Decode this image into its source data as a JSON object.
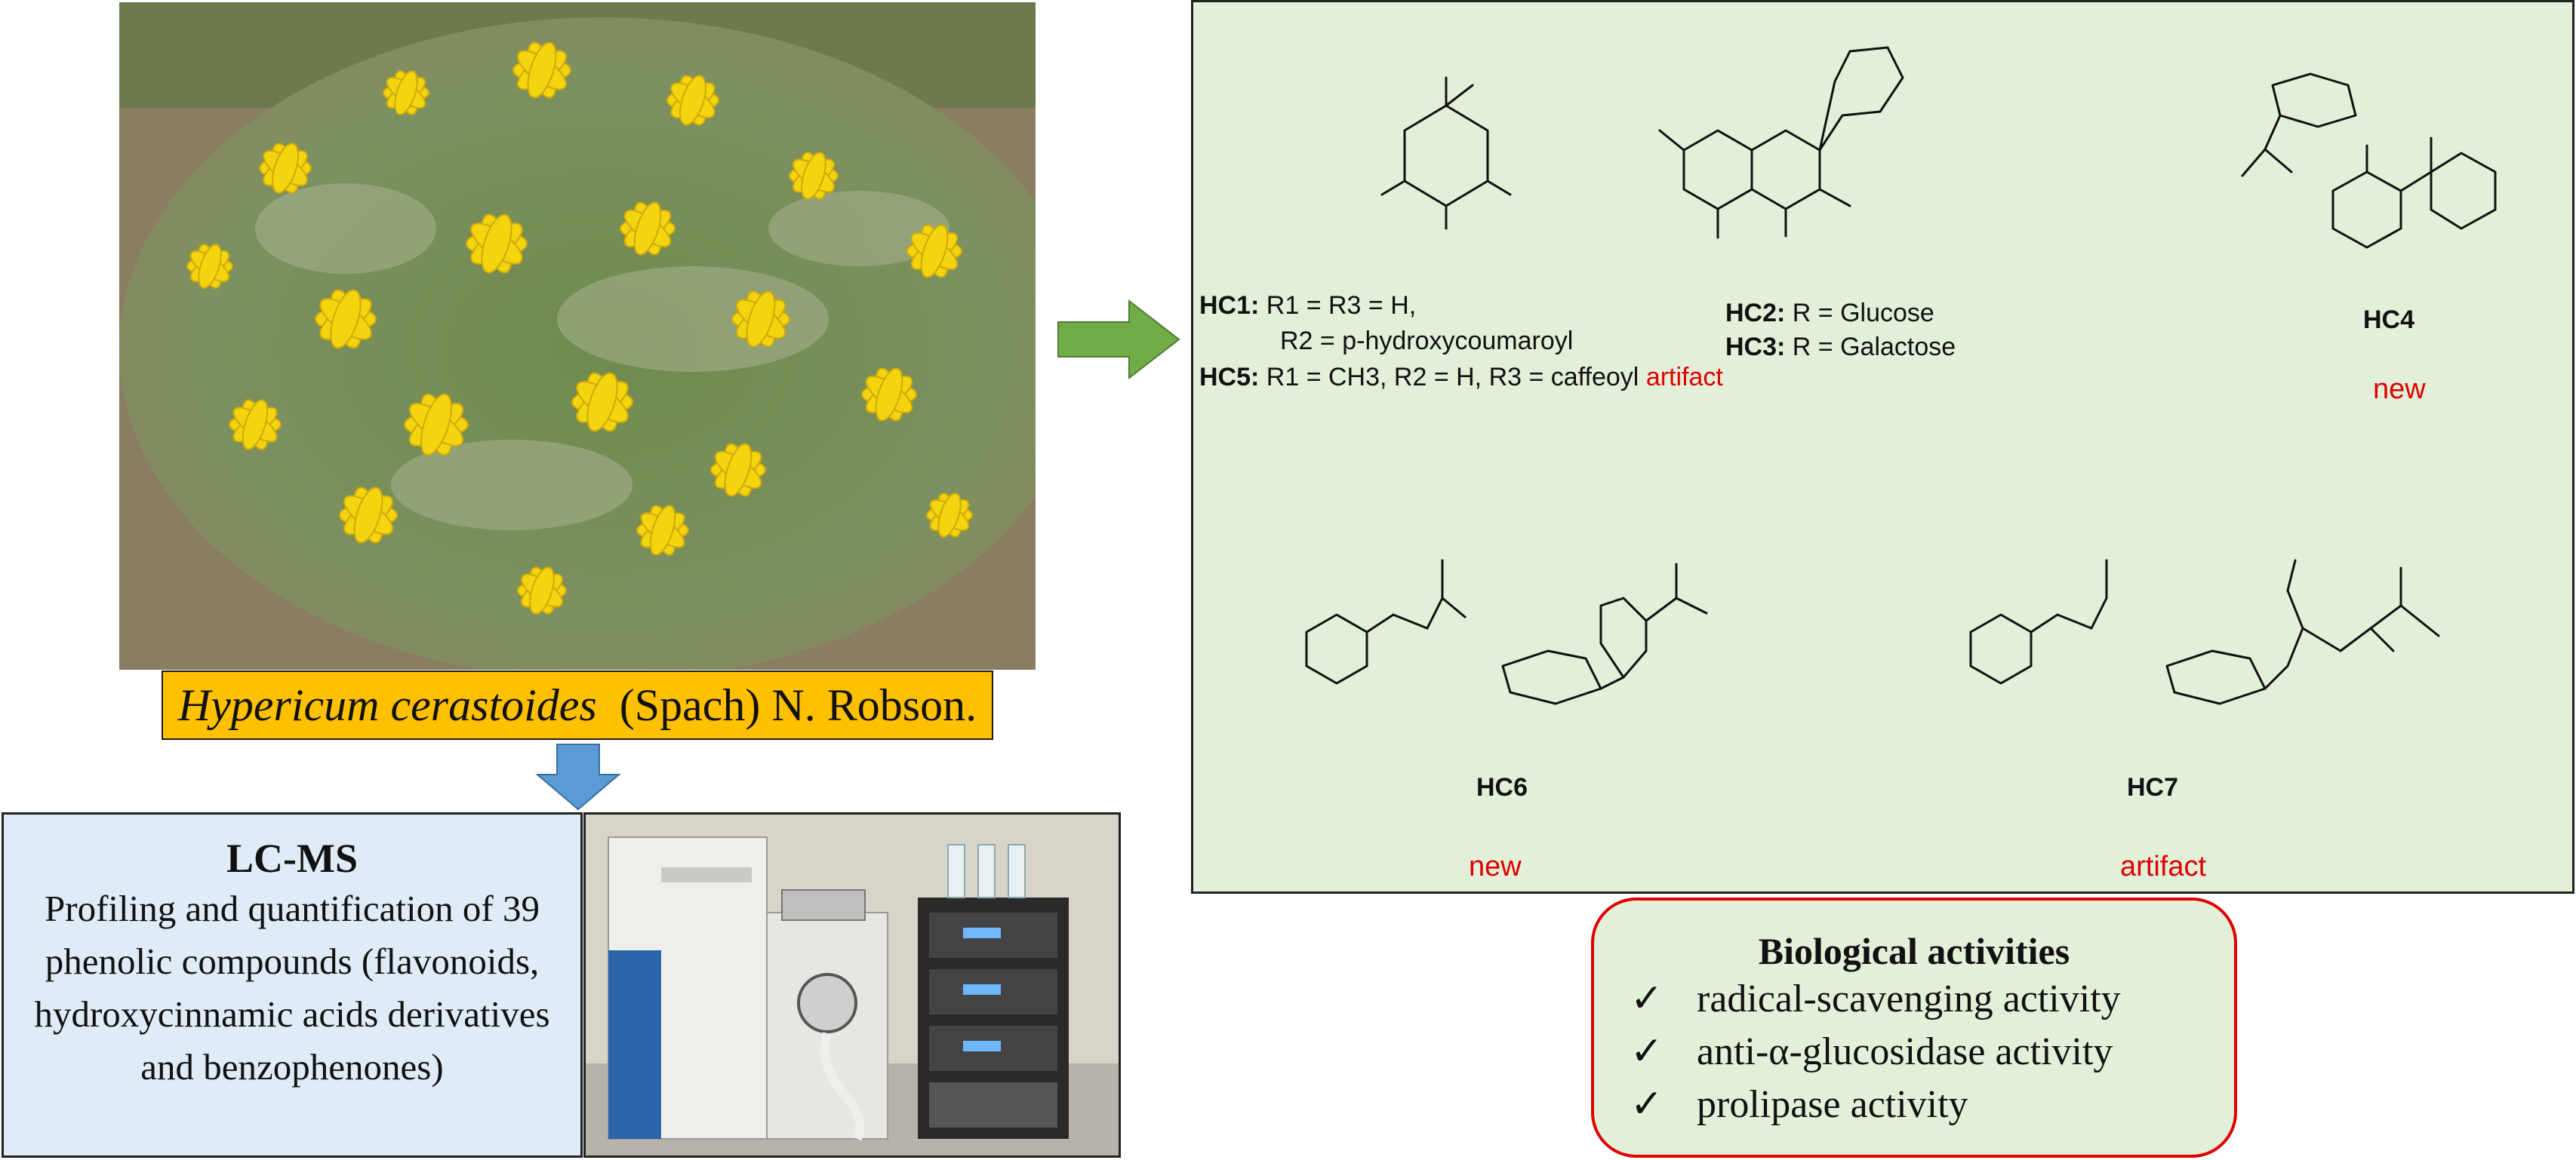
{
  "species": {
    "italic": "Hypericum cerastoides",
    "authority": "(Spach) N. Robson."
  },
  "lcms": {
    "title": "LC-MS",
    "description": "Profiling and quantification of 39 phenolic compounds (flavonoids, hydroxycinnamic acids derivatives and benzophenones)"
  },
  "compounds": {
    "hc1_label": "HC1:",
    "hc1_line1": "R1 = R3 = H,",
    "hc1_line2": "R2 = p-hydroxycoumaroyl",
    "hc5_label": "HC5:",
    "hc5_line": "R1 = CH3, R2 = H, R3 = caffeoyl",
    "hc5_tag": "artifact",
    "hc2_label": "HC2:",
    "hc2_line": "R = Glucose",
    "hc3_label": "HC3:",
    "hc3_line": "R = Galactose",
    "hc4_label": "HC4",
    "hc4_tag": "new",
    "hc6_label": "HC6",
    "hc6_tag": "new",
    "hc7_label": "HC7",
    "hc7_tag": "artifact"
  },
  "biological": {
    "title": "Biological activities",
    "check": "✓",
    "items": [
      "radical-scavenging activity",
      "anti-α-glucosidase activity",
      "prolipase activity"
    ]
  },
  "colors": {
    "banner": "#ffc000",
    "lcms_box": "#dfebf7",
    "structures_panel": "#e2efd9",
    "arrow_green": "#70ad47",
    "arrow_blue": "#5b9bd5",
    "tag_red": "#e00000"
  }
}
